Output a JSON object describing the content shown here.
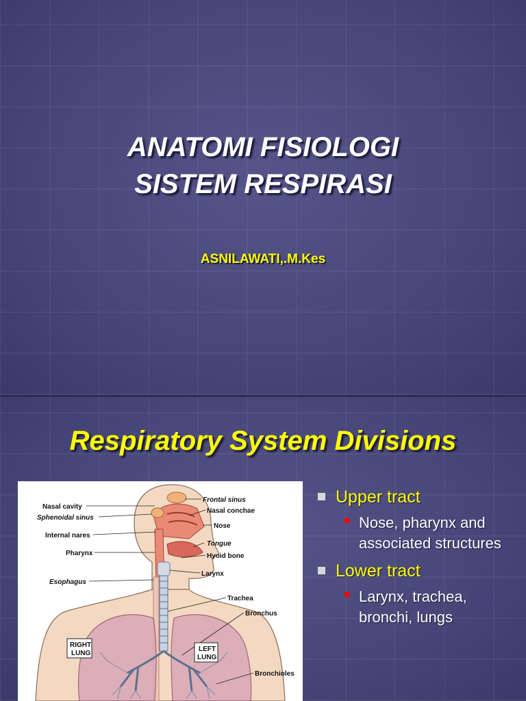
{
  "slide1": {
    "title_line1": "ANATOMI FISIOLOGI",
    "title_line2": "SISTEM RESPIRASI",
    "author": "ASNILAWATI,.M.Kes"
  },
  "slide2": {
    "title": "Respiratory System Divisions",
    "figure_labels": {
      "nasal_cavity": "Nasal cavity",
      "sphenoidal_sinus": "Sphenoidal sinus",
      "internal_nares": "Internal nares",
      "pharynx": "Pharynx",
      "esophagus": "Esophagus",
      "frontal_sinus": "Frontal sinus",
      "nasal_conchae": "Nasal conchae",
      "nose": "Nose",
      "tongue": "Tongue",
      "hyoid_bone": "Hyoid bone",
      "larynx": "Larynx",
      "trachea": "Trachea",
      "bronchus": "Bronchus",
      "right_lung_1": "RIGHT",
      "right_lung_2": "LUNG",
      "left_lung_1": "LEFT",
      "left_lung_2": "LUNG",
      "bronchioles": "Bronchioles"
    },
    "bullets": [
      {
        "label": "Upper tract",
        "sub": "Nose, pharynx and associated structures"
      },
      {
        "label": "Lower tract",
        "sub": "Larynx, trachea, bronchi, lungs"
      }
    ],
    "colors": {
      "bullet_l1": "#d8d8d8",
      "bullet_l2": "#ff0000",
      "title": "#ffff00",
      "background": "#4a4a7e"
    }
  }
}
